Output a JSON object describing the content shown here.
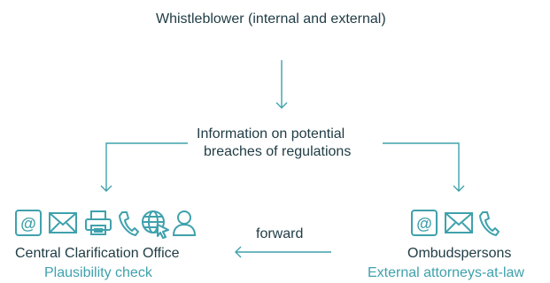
{
  "nodes": {
    "top": "Whistleblower (internal and external)",
    "middle": [
      "Information on potential",
      "breaches of regulations"
    ],
    "left_title": "Central Clarification Office",
    "left_sub": "Plausibility check",
    "right_title": "Ombudspersons",
    "right_sub": "External attorneys-at-law"
  },
  "edge_label": "forward",
  "icons_left": [
    "at-sign-icon",
    "envelope-icon",
    "printer-icon",
    "phone-icon",
    "globe-cursor-icon",
    "person-icon"
  ],
  "icons_right": [
    "at-sign-icon",
    "envelope-icon",
    "phone-icon"
  ],
  "colors": {
    "accent": "#3fa1ac",
    "text": "#1f3b44"
  }
}
